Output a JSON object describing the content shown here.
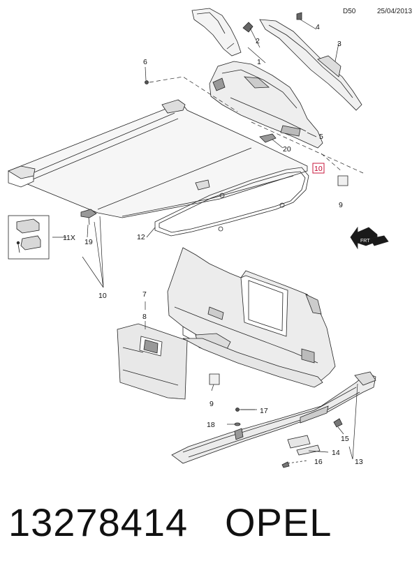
{
  "header": {
    "code": "D50",
    "date": "25/04/2013"
  },
  "callouts": {
    "c1": "1",
    "c2": "2",
    "c3": "3",
    "c4": "4",
    "c5": "5",
    "c6": "6",
    "c7": "7",
    "c8": "8",
    "c9a": "9",
    "c9b": "9",
    "c10a": "10",
    "c10b": "10",
    "c11x": "11X",
    "c12": "12",
    "c13": "13",
    "c14": "14",
    "c15": "15",
    "c16": "16",
    "c17": "17",
    "c18": "18",
    "c19": "19",
    "c20": "20"
  },
  "direction_label": "FRT",
  "footer": {
    "part_number": "13278414",
    "brand": "OPEL"
  },
  "colors": {
    "line": "#222222",
    "highlight": "#c2002a",
    "shade": "#555555"
  }
}
